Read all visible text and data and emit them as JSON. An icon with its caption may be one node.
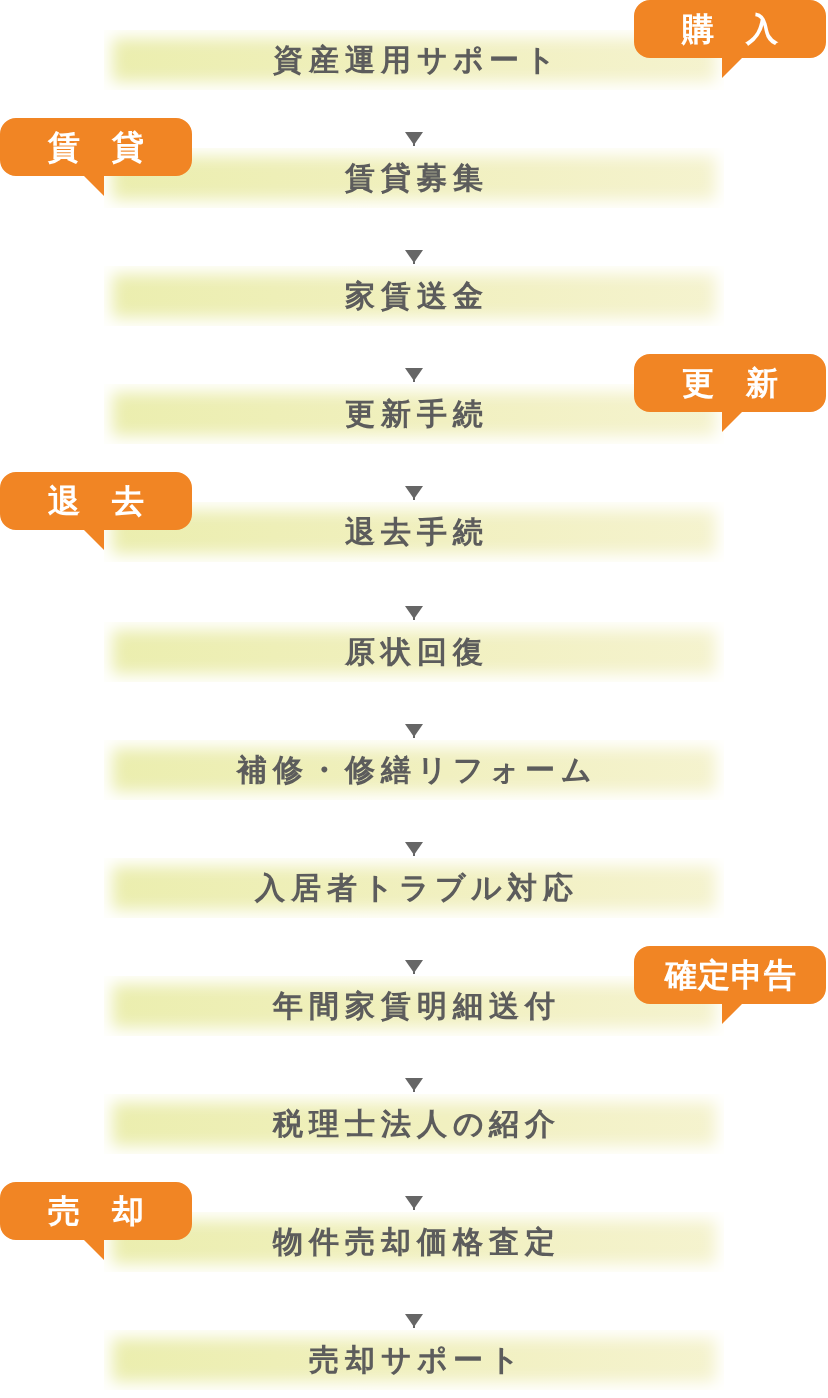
{
  "diagram": {
    "nodes": [
      {
        "text": [
          "購入"
        ]
      },
      {
        "text": [
          "資産運用サポート"
        ]
      },
      {
        "text": [
          "賃貸"
        ]
      },
      {
        "text": [
          "賃貸募集"
        ]
      },
      {
        "text": [
          "家賃送金"
        ]
      },
      {
        "text": [
          "更新"
        ]
      },
      {
        "text": [
          "更新手続"
        ]
      },
      {
        "text": [
          "退去"
        ]
      },
      {
        "text": [
          "退去手続"
        ]
      },
      {
        "text": [
          "原状回復"
        ]
      },
      {
        "text": [
          "補修・修繕リフォーム"
        ]
      },
      {
        "text": [
          "入居者トラブル対応"
        ]
      },
      {
        "text": [
          "確定申告"
        ]
      },
      {
        "text": [
          "年間家賃明細送付"
        ]
      },
      {
        "text": [
          "税理士法人の紹介"
        ]
      },
      {
        "text": [
          "売却"
        ]
      },
      {
        "text": [
          "物件売却価格査定"
        ]
      },
      {
        "text": [
          "売却サポート"
        ]
      }
    ],
    "edges": [
      {
        "from": 1,
        "to": 3,
        "arrow": "to"
      },
      {
        "from": 3,
        "to": 4,
        "arrow": "to"
      },
      {
        "from": 4,
        "to": 6,
        "arrow": "to"
      },
      {
        "from": 6,
        "to": 8,
        "arrow": "to"
      },
      {
        "from": 8,
        "to": 9,
        "arrow": "to"
      },
      {
        "from": 9,
        "to": 10,
        "arrow": "to"
      },
      {
        "from": 10,
        "to": 11,
        "arrow": "to"
      },
      {
        "from": 11,
        "to": 13,
        "arrow": "to"
      },
      {
        "from": 13,
        "to": 14,
        "arrow": "to"
      },
      {
        "from": 14,
        "to": 16,
        "arrow": "to"
      },
      {
        "from": 16,
        "to": 17,
        "arrow": "to"
      }
    ]
  }
}
